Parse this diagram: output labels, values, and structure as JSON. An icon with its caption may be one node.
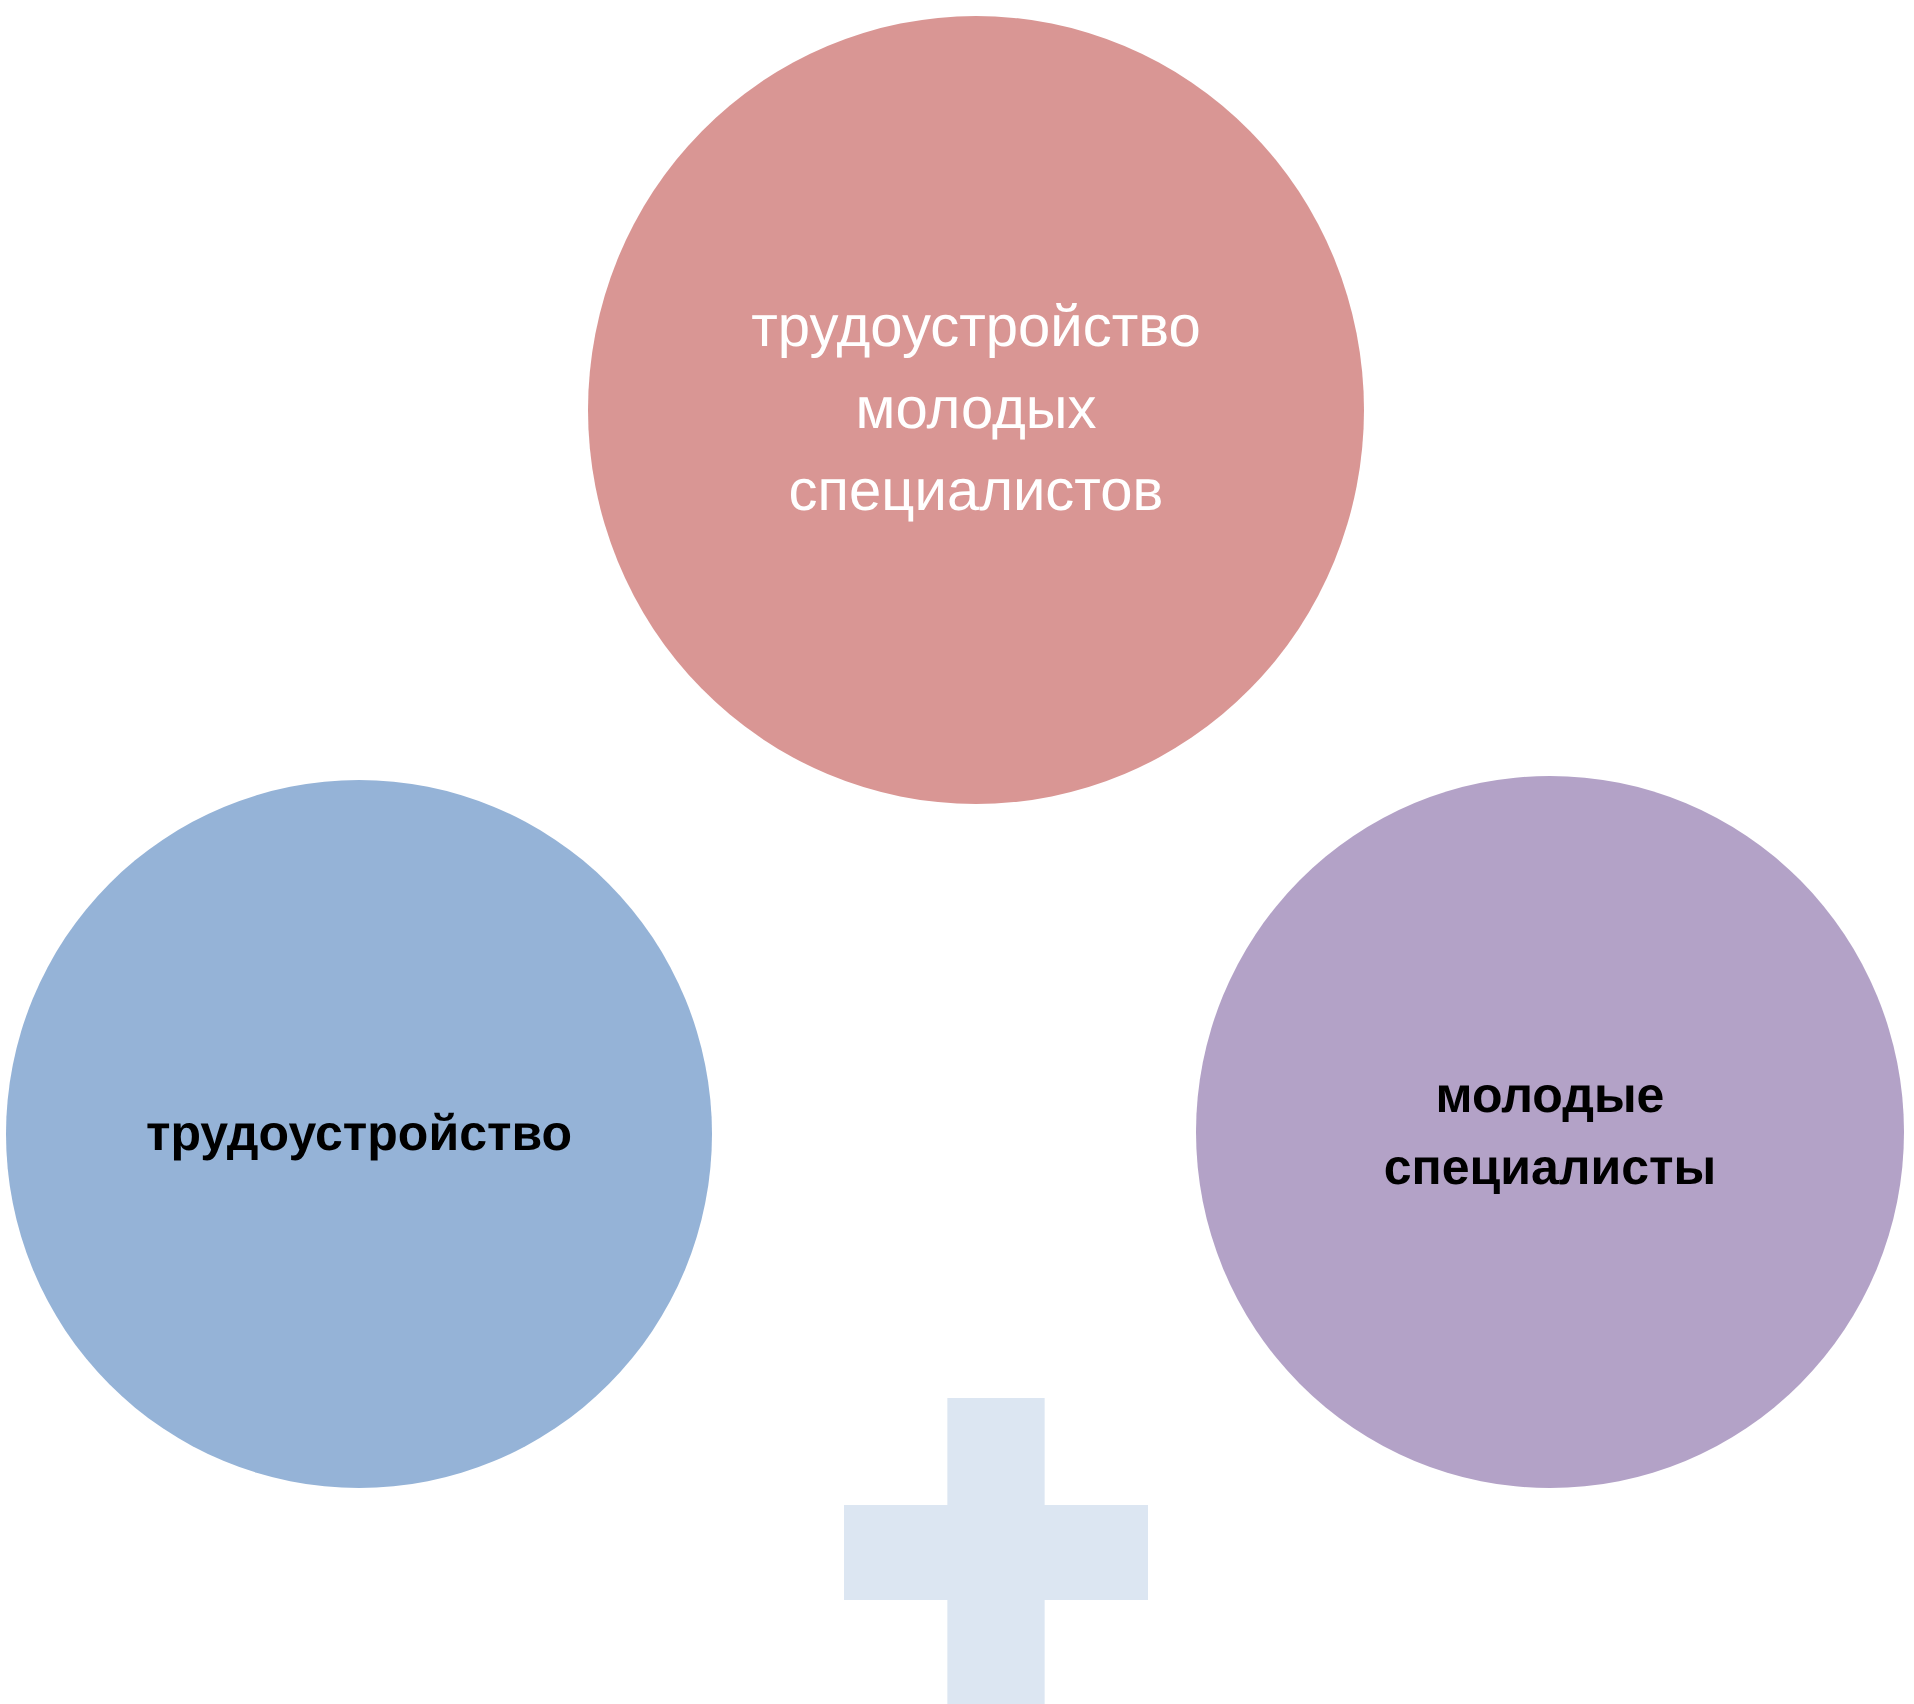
{
  "diagram": {
    "nodes": [
      {
        "text": [
          "трудоустройство молодых специалистов"
        ]
      },
      {
        "text": [
          "трудоустройство"
        ]
      },
      {
        "text": [
          "молодые специалисты"
        ]
      },
      {
        "text": [],
        "shape": "plus"
      }
    ]
  }
}
